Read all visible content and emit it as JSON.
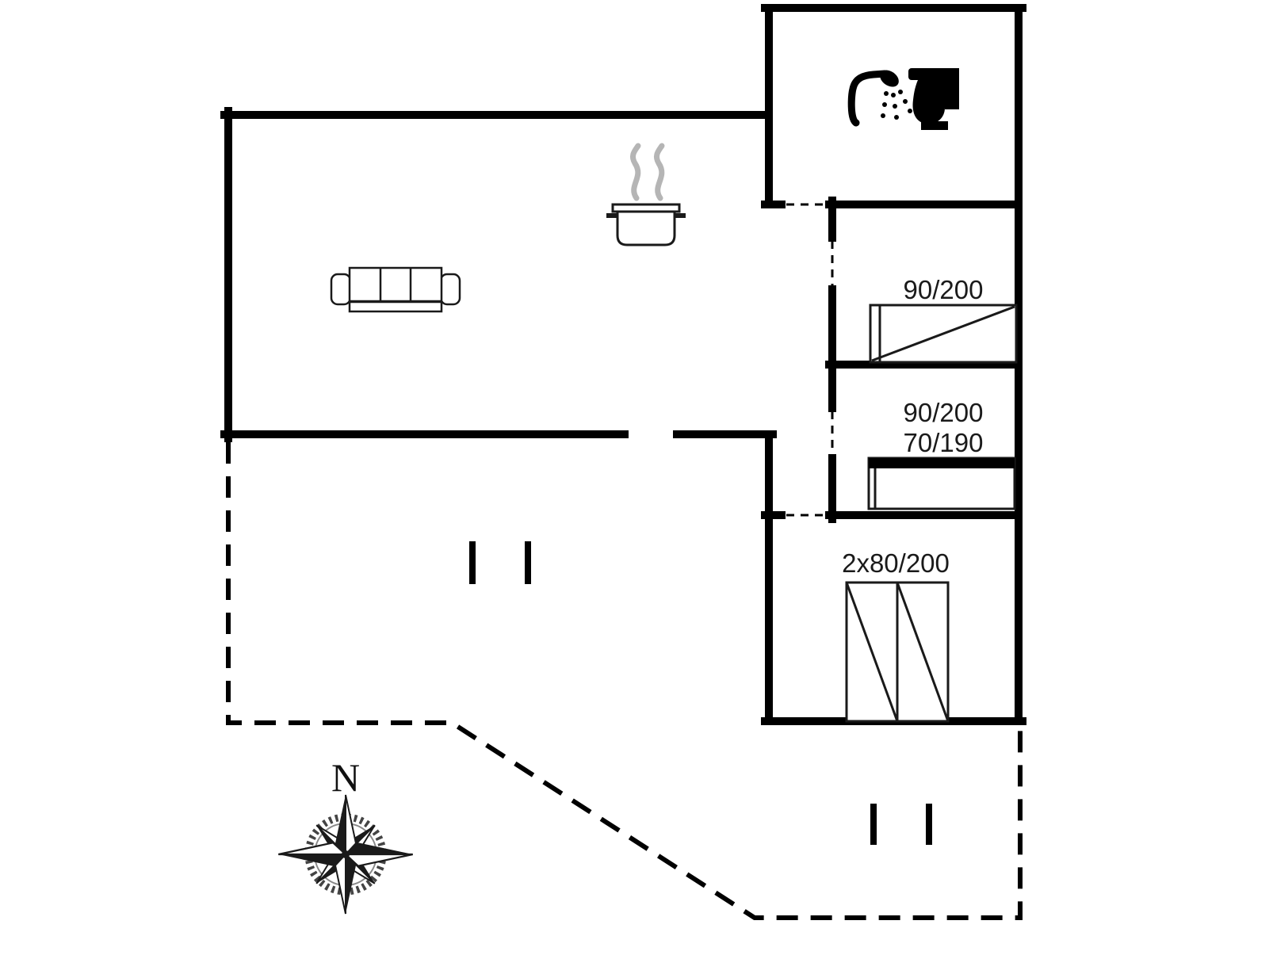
{
  "labels": {
    "bed_single": "90/200",
    "bunk_top": "90/200",
    "bunk_bottom": "70/190",
    "wardrobe": "2x80/200",
    "north": "N"
  },
  "colors": {
    "wall": "#000000",
    "background": "#ffffff",
    "steam": "#b5b5b5",
    "text": "#1a1a1a"
  },
  "icons": {
    "bathroom_left": "shower-icon",
    "bathroom_right": "toilet-icon",
    "kitchen": "cooking-pot-icon",
    "living": "sofa-icon",
    "orientation": "compass-rose-icon"
  }
}
